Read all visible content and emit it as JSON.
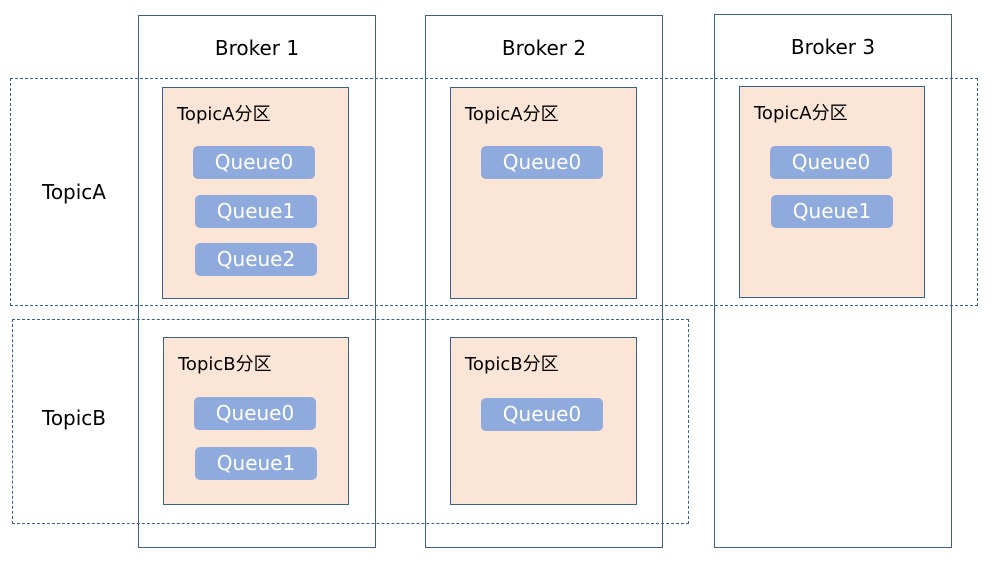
{
  "brokers": [
    {
      "title": "Broker 1"
    },
    {
      "title": "Broker 2"
    },
    {
      "title": "Broker 3"
    }
  ],
  "topics": [
    {
      "label": "TopicA"
    },
    {
      "label": "TopicB"
    }
  ],
  "partitions": {
    "b1_topicA": {
      "label": "TopicA分区",
      "queues": [
        "Queue0",
        "Queue1",
        "Queue2"
      ]
    },
    "b2_topicA": {
      "label": "TopicA分区",
      "queues": [
        "Queue0"
      ]
    },
    "b3_topicA": {
      "label": "TopicA分区",
      "queues": [
        "Queue0",
        "Queue1"
      ]
    },
    "b1_topicB": {
      "label": "TopicB分区",
      "queues": [
        "Queue0",
        "Queue1"
      ]
    },
    "b2_topicB": {
      "label": "TopicB分区",
      "queues": [
        "Queue0"
      ]
    }
  },
  "colors": {
    "border": "#3b5f8f",
    "partition_fill": "#fbe5d6",
    "queue_fill": "#8faadc",
    "queue_text": "#ffffff"
  }
}
